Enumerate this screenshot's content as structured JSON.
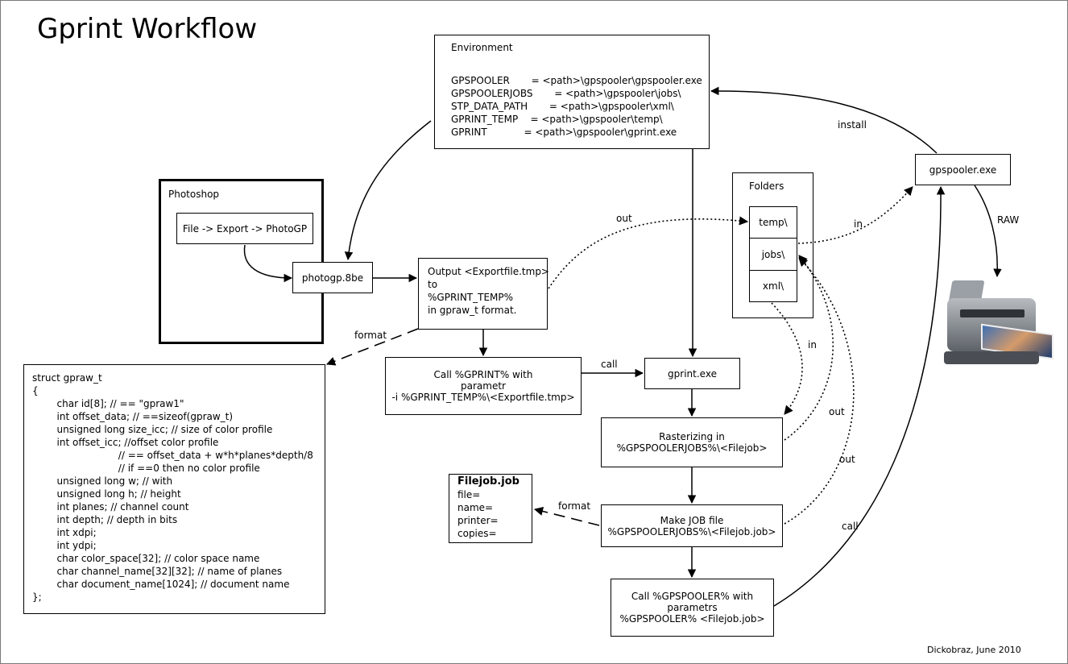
{
  "title": "Gprint Workflow",
  "footer": "Dickobraz, June 2010",
  "environment": {
    "heading": "Environment",
    "lines": [
      "GPSPOOLER       = <path>\\gpspooler\\gpspooler.exe",
      "GPSPOOLERJOBS       = <path>\\gpspooler\\jobs\\",
      "STP_DATA_PATH       = <path>\\gpspooler\\xml\\",
      "GPRINT_TEMP    = <path>\\gpspooler\\temp\\",
      "GPRINT            = <path>\\gpspooler\\gprint.exe"
    ]
  },
  "photoshop": {
    "heading": "Photoshop",
    "menu_path": "File -> Export -> PhotoGP"
  },
  "plugin": "photogp.8be",
  "output_step": [
    "Output <Exportfile.tmp>",
    "to",
    "%GPRINT_TEMP%",
    "in gpraw_t format."
  ],
  "call_gprint_step": [
    "Call %GPRINT% with",
    "parametr",
    "-i %GPRINT_TEMP%\\<Exportfile.tmp>"
  ],
  "gprint_exe": "gprint.exe",
  "rasterize_step": [
    "Rasterizing in",
    "%GPSPOOLERJOBS%\\<Filejob>"
  ],
  "make_job_step": [
    "Make JOB file",
    "%GPSPOOLERJOBS%\\<Filejob.job>"
  ],
  "call_spooler_step": [
    "Call %GPSPOOLER% with",
    "parametrs",
    "%GPSPOOLER% <Filejob.job>"
  ],
  "folders": {
    "heading": "Folders",
    "items": [
      "temp\\",
      "jobs\\",
      "xml\\"
    ]
  },
  "spooler_exe": "gpspooler.exe",
  "filejob": {
    "heading": "Filejob.job",
    "fields": [
      "file=",
      "name=",
      "printer=",
      "copies="
    ]
  },
  "struct_lines": [
    "struct gpraw_t",
    "{",
    "        char id[8]; // == \"gpraw1\"",
    "        int offset_data; // ==sizeof(gpraw_t)",
    "        unsigned long size_icc; // size of color profile",
    "        int offset_icc; //offset color profile",
    "                            // == offset_data + w*h*planes*depth/8",
    "                            // if ==0 then no color profile",
    "        unsigned long w; // with",
    "        unsigned long h; // height",
    "        int planes; // channel count",
    "        int depth; // depth in bits",
    "        int xdpi;",
    "        int ydpi;",
    "        char color_space[32]; // color space name",
    "        char channel_name[32][32]; // name of planes",
    "        char document_name[1024]; // document name",
    "};"
  ],
  "edge_labels": {
    "install": "install",
    "raw": "RAW",
    "out_top": "out",
    "in_top": "in",
    "in_xml": "in",
    "out_raster": "out",
    "out_job": "out",
    "call_gprint": "call",
    "call_spooler": "call",
    "format_struct": "format",
    "format_job": "format"
  }
}
